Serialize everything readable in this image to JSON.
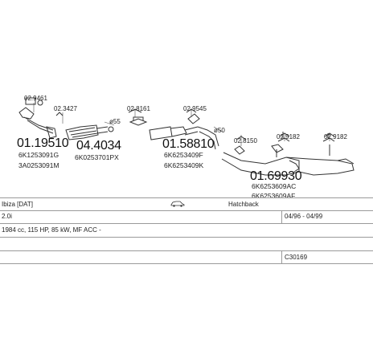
{
  "parts": [
    {
      "code": "01.19510",
      "oem": [
        "6K1253091G",
        "3A0253091M"
      ]
    },
    {
      "code": "04.4034",
      "oem": [
        "6K0253701PX"
      ]
    },
    {
      "code": "01.58810",
      "oem": [
        "6K6253409F",
        "6K6253409K"
      ]
    },
    {
      "code": "01.69930",
      "oem": [
        "6K6253609AC",
        "6K6253609AF"
      ]
    }
  ],
  "accessories": [
    "02.9461",
    "02.3427",
    "02.8161",
    "02.9545",
    "02.8150",
    "02.9182",
    "02.9182"
  ],
  "joints": [
    "ø55",
    "ø50"
  ],
  "vehicle": {
    "model": "Ibiza [DAT]",
    "body": "Hatchback",
    "engine": "2.0i",
    "years": "04/96 - 04/99",
    "spec": "1984 cc, 115 HP, 85 kW, MF ACC -",
    "ref": "C30169"
  },
  "icon_names": [
    "car-hatchback-icon"
  ]
}
